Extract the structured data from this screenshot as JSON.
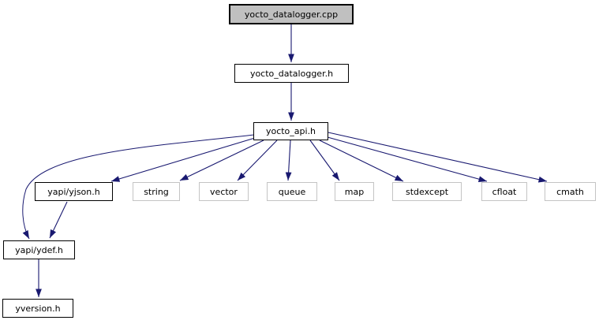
{
  "diagram": {
    "type": "include-dependency-graph",
    "root": "yocto_datalogger.cpp",
    "colors": {
      "background": "#ffffff",
      "edge": "#191970",
      "main_node_fill": "#c0c0c0",
      "node_fill": "#ffffff",
      "linked_node_border": "#000000",
      "system_node_border": "#c4c4c4",
      "text": "#000000"
    },
    "nodes": [
      {
        "label": "yocto_datalogger.cpp",
        "kind": "main"
      },
      {
        "label": "yocto_datalogger.h",
        "kind": "linked"
      },
      {
        "label": "yocto_api.h",
        "kind": "linked"
      },
      {
        "label": "yapi/yjson.h",
        "kind": "linked"
      },
      {
        "label": "string",
        "kind": "system"
      },
      {
        "label": "vector",
        "kind": "system"
      },
      {
        "label": "queue",
        "kind": "system"
      },
      {
        "label": "map",
        "kind": "system"
      },
      {
        "label": "stdexcept",
        "kind": "system"
      },
      {
        "label": "cfloat",
        "kind": "system"
      },
      {
        "label": "cmath",
        "kind": "system"
      },
      {
        "label": "yapi/ydef.h",
        "kind": "linked"
      },
      {
        "label": "yversion.h",
        "kind": "linked"
      }
    ],
    "edges": [
      {
        "from": "yocto_datalogger.cpp",
        "to": "yocto_datalogger.h"
      },
      {
        "from": "yocto_datalogger.h",
        "to": "yocto_api.h"
      },
      {
        "from": "yocto_api.h",
        "to": "yapi/yjson.h"
      },
      {
        "from": "yocto_api.h",
        "to": "string"
      },
      {
        "from": "yocto_api.h",
        "to": "vector"
      },
      {
        "from": "yocto_api.h",
        "to": "queue"
      },
      {
        "from": "yocto_api.h",
        "to": "map"
      },
      {
        "from": "yocto_api.h",
        "to": "stdexcept"
      },
      {
        "from": "yocto_api.h",
        "to": "cfloat"
      },
      {
        "from": "yocto_api.h",
        "to": "cmath"
      },
      {
        "from": "yocto_api.h",
        "to": "yapi/ydef.h"
      },
      {
        "from": "yapi/yjson.h",
        "to": "yapi/ydef.h"
      },
      {
        "from": "yapi/ydef.h",
        "to": "yversion.h"
      }
    ]
  }
}
